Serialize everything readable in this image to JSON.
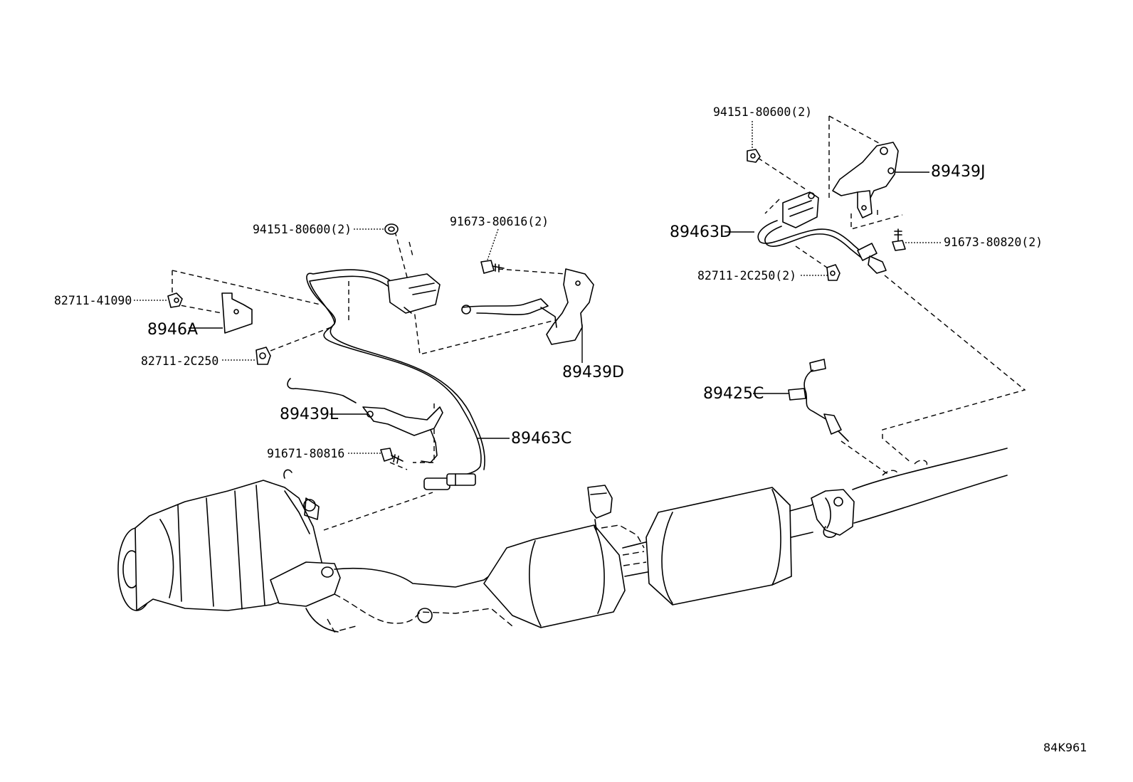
{
  "diagram": {
    "reference_code": "84K961",
    "labels": [
      {
        "id": "part-94151-80600-2-left",
        "text": "94151-80600(2)"
      },
      {
        "id": "part-91673-80616-2",
        "text": "91673-80616(2)"
      },
      {
        "id": "part-82711-41090",
        "text": "82711-41090"
      },
      {
        "id": "part-8946A",
        "text": "8946A"
      },
      {
        "id": "part-82711-2C250",
        "text": "82711-2C250"
      },
      {
        "id": "part-89439D",
        "text": "89439D"
      },
      {
        "id": "part-89439L",
        "text": "89439L"
      },
      {
        "id": "part-89463C",
        "text": "89463C"
      },
      {
        "id": "part-91671-80816",
        "text": "91671-80816"
      },
      {
        "id": "part-94151-80600-2-right",
        "text": "94151-80600(2)"
      },
      {
        "id": "part-89439J",
        "text": "89439J"
      },
      {
        "id": "part-89463D",
        "text": "89463D"
      },
      {
        "id": "part-91673-80820-2",
        "text": "91673-80820(2)"
      },
      {
        "id": "part-82711-2C250-2",
        "text": "82711-2C250(2)"
      },
      {
        "id": "part-89425C",
        "text": "89425C"
      }
    ]
  }
}
